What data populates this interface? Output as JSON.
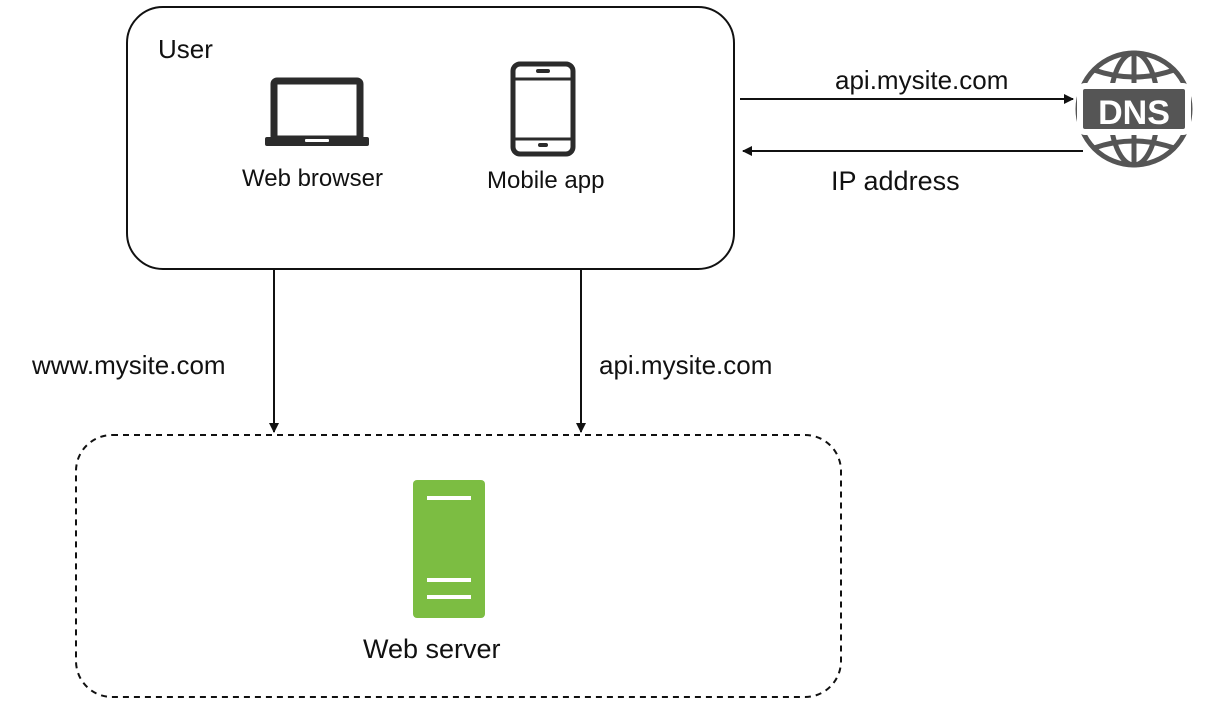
{
  "user_box": {
    "title": "User",
    "clients": [
      {
        "label": "Web browser",
        "icon": "laptop-icon"
      },
      {
        "label": "Mobile app",
        "icon": "smartphone-icon"
      }
    ]
  },
  "dns": {
    "icon": "dns-globe-icon",
    "text": "DNS",
    "request_label": "api.mysite.com",
    "response_label": "IP address"
  },
  "connections": {
    "web_label": "www.mysite.com",
    "api_label": "api.mysite.com"
  },
  "server_box": {
    "label": "Web server",
    "icon": "server-icon"
  },
  "colors": {
    "line": "#111111",
    "icon_dark": "#2b2b2b",
    "globe": "#555555",
    "server_green": "#7cbd42"
  }
}
